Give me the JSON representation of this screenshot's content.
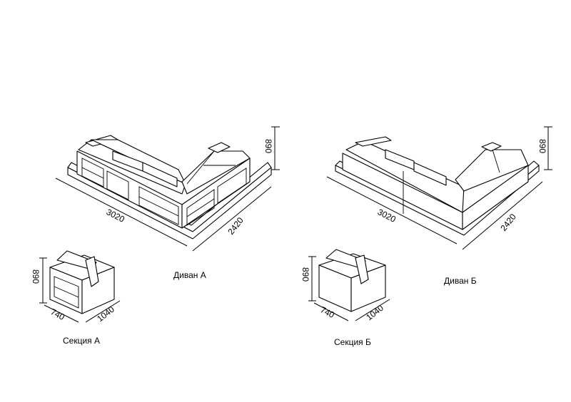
{
  "sofa_a": {
    "caption": "Диван  А",
    "dim_length": "3020",
    "dim_depth": "2420",
    "dim_height": "890"
  },
  "sofa_b": {
    "caption": "Диван  Б",
    "dim_length": "3020",
    "dim_depth": "2420",
    "dim_height": "890"
  },
  "section_a": {
    "caption": "Секция А",
    "dim_width": "740",
    "dim_depth": "1040",
    "dim_height": "890"
  },
  "section_b": {
    "caption": "Секция Б",
    "dim_width": "740",
    "dim_depth": "1040",
    "dim_height": "890"
  }
}
